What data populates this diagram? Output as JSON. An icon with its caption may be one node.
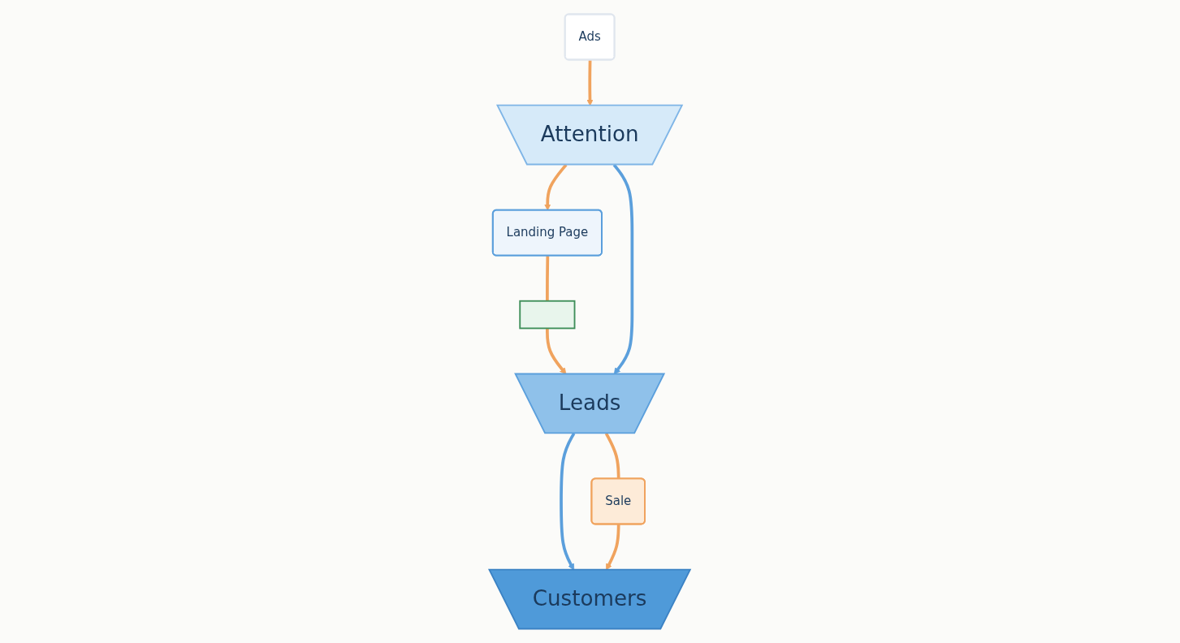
{
  "diagram": {
    "nodes": [
      {
        "text": [
          "Attention"
        ]
      },
      {
        "text": [
          "Leads"
        ]
      },
      {
        "text": [
          "Customers"
        ]
      },
      {
        "text": [
          "Ads"
        ]
      },
      {
        "text": [
          "Landing Page"
        ]
      },
      {
        "text": [],
        "shape": "box"
      },
      {
        "text": [
          "Sale"
        ]
      }
    ],
    "edges": [
      {
        "from": 3,
        "to": 0,
        "arrow": "to"
      },
      {
        "from": 0,
        "to": 4,
        "arrow": "to"
      },
      {
        "from": 4,
        "to": 5,
        "arrow": "none"
      },
      {
        "from": 5,
        "to": 1,
        "arrow": "to"
      },
      {
        "from": 0,
        "to": 1,
        "arrow": "to",
        "color": "#5b9fdc"
      },
      {
        "from": 1,
        "to": 2,
        "arrow": "to",
        "color": "#5b9fdc"
      },
      {
        "from": 1,
        "to": 6,
        "arrow": "none"
      },
      {
        "from": 6,
        "to": 2,
        "arrow": "to"
      }
    ]
  }
}
